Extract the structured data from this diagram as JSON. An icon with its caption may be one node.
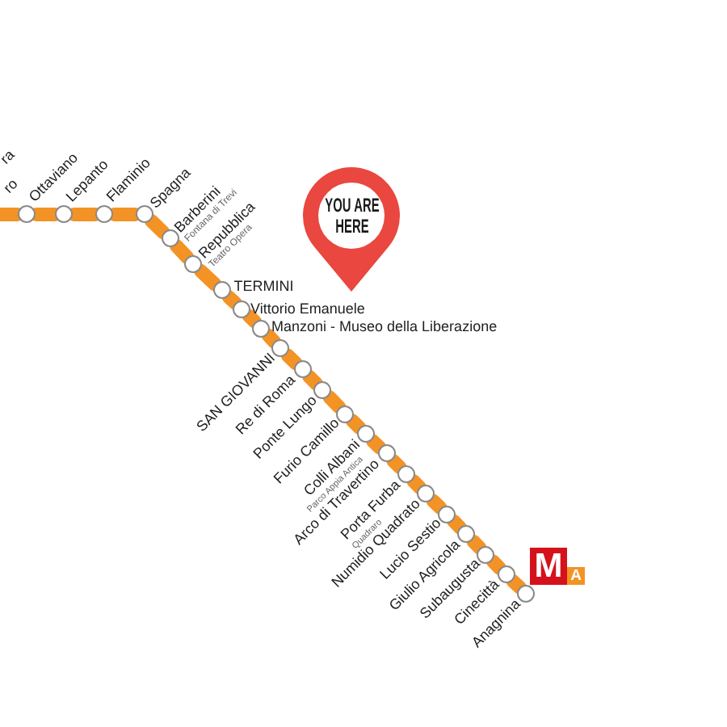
{
  "diagram": {
    "nodes": [
      {
        "text": [],
        "shape": "circle",
        "beside": [
          "Ottaviano"
        ]
      },
      {
        "text": [],
        "shape": "circle",
        "beside": [
          "Lepanto"
        ]
      },
      {
        "text": [],
        "shape": "circle",
        "beside": [
          "Flaminio"
        ]
      },
      {
        "text": [],
        "shape": "circle",
        "beside": [
          "Spagna"
        ]
      },
      {
        "text": [],
        "shape": "circle",
        "beside": [
          "Barberini",
          "Fontana di Trevi"
        ]
      },
      {
        "text": [],
        "shape": "circle",
        "beside": [
          "Repubblica",
          "Teatro Opera"
        ]
      },
      {
        "text": [],
        "shape": "circle",
        "beside": [
          "TERMINI"
        ]
      },
      {
        "text": [],
        "shape": "circle",
        "beside": [
          "Vittorio Emanuele"
        ]
      },
      {
        "text": [],
        "shape": "circle",
        "beside": [
          "Manzoni - Museo della Liberazione"
        ]
      },
      {
        "text": [],
        "shape": "circle",
        "beside": [
          "SAN GIOVANNI"
        ]
      },
      {
        "text": [],
        "shape": "circle",
        "beside": [
          "Re di Roma"
        ]
      },
      {
        "text": [],
        "shape": "circle",
        "beside": [
          "Ponte Lungo"
        ]
      },
      {
        "text": [],
        "shape": "circle",
        "beside": [
          "Furio Camillo"
        ]
      },
      {
        "text": [],
        "shape": "circle",
        "beside": [
          "Colli Albani",
          "Parco Appia Antica"
        ]
      },
      {
        "text": [],
        "shape": "circle",
        "beside": [
          "Arco di Travertino"
        ]
      },
      {
        "text": [],
        "shape": "circle",
        "beside": [
          "Porta Furba",
          "Quadraro"
        ]
      },
      {
        "text": [],
        "shape": "circle",
        "beside": [
          "Numidio Quadrato"
        ]
      },
      {
        "text": [],
        "shape": "circle",
        "beside": [
          "Lucio Sestio"
        ]
      },
      {
        "text": [],
        "shape": "circle",
        "beside": [
          "Giulio Agricola"
        ]
      },
      {
        "text": [],
        "shape": "circle",
        "beside": [
          "Subaugusta"
        ]
      },
      {
        "text": [],
        "shape": "circle",
        "beside": [
          "Cinecittà"
        ]
      },
      {
        "text": [],
        "shape": "circle",
        "beside": [
          "Anagnina"
        ]
      },
      {
        "text": [
          "YOU ARE HERE"
        ]
      }
    ],
    "edges": [
      {
        "from": null,
        "to": 0,
        "arrow": "none"
      },
      {
        "from": 0,
        "to": 1,
        "arrow": "none"
      },
      {
        "from": 1,
        "to": 2,
        "arrow": "none"
      },
      {
        "from": 2,
        "to": 3,
        "arrow": "none"
      },
      {
        "from": 3,
        "to": 4,
        "arrow": "none"
      },
      {
        "from": 4,
        "to": 5,
        "arrow": "none"
      },
      {
        "from": 5,
        "to": 6,
        "arrow": "none"
      },
      {
        "from": 6,
        "to": 7,
        "arrow": "none"
      },
      {
        "from": 7,
        "to": 8,
        "arrow": "none"
      },
      {
        "from": 8,
        "to": 9,
        "arrow": "none"
      },
      {
        "from": 9,
        "to": 10,
        "arrow": "none"
      },
      {
        "from": 10,
        "to": 11,
        "arrow": "none"
      },
      {
        "from": 11,
        "to": 12,
        "arrow": "none"
      },
      {
        "from": 12,
        "to": 13,
        "arrow": "none"
      },
      {
        "from": 13,
        "to": 14,
        "arrow": "none"
      },
      {
        "from": 14,
        "to": 15,
        "arrow": "none"
      },
      {
        "from": 15,
        "to": 16,
        "arrow": "none"
      },
      {
        "from": 16,
        "to": 17,
        "arrow": "none"
      },
      {
        "from": 17,
        "to": 18,
        "arrow": "none"
      },
      {
        "from": 18,
        "to": 19,
        "arrow": "none"
      },
      {
        "from": 19,
        "to": 20,
        "arrow": "none"
      },
      {
        "from": 20,
        "to": 21,
        "arrow": "none"
      }
    ],
    "labels": [
      "ra",
      "ro",
      "M",
      "A"
    ]
  }
}
